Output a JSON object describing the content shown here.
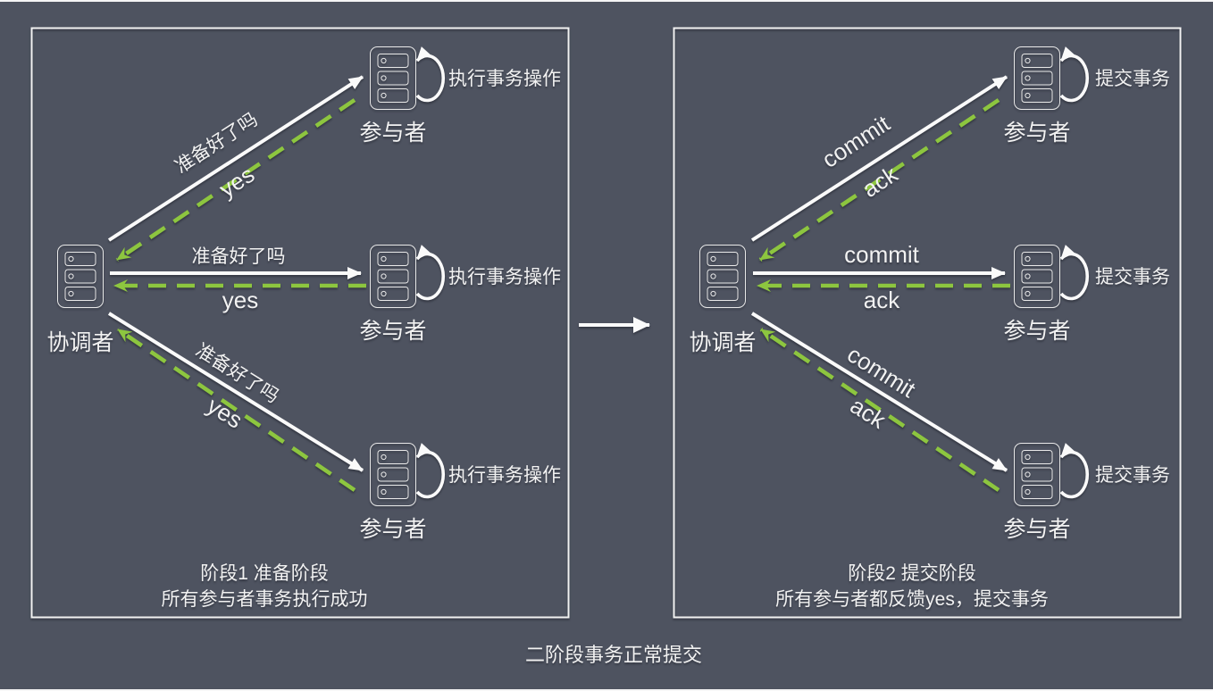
{
  "colors": {
    "background": "#4e5360",
    "panel_border": "#f2f2f2",
    "solid_arrow": "#fafafa",
    "dashed_arrow": "#8dc63f",
    "icon": "#e9e9e9",
    "text": "#f2f2f2"
  },
  "phase1": {
    "coordinator_label": "协调者",
    "participant_label": "参与者",
    "request_label": "准备好了吗",
    "response_label": "yes",
    "loop_label": "执行事务操作",
    "caption_line1": "阶段1 准备阶段",
    "caption_line2": "所有参与者事务执行成功"
  },
  "phase2": {
    "coordinator_label": "协调者",
    "participant_label": "参与者",
    "request_label": "commit",
    "response_label": "ack",
    "loop_label": "提交事务",
    "caption_line1": "阶段2 提交阶段",
    "caption_line2": "所有参与者都反馈yes，提交事务"
  },
  "footer": {
    "caption": "二阶段事务正常提交"
  }
}
